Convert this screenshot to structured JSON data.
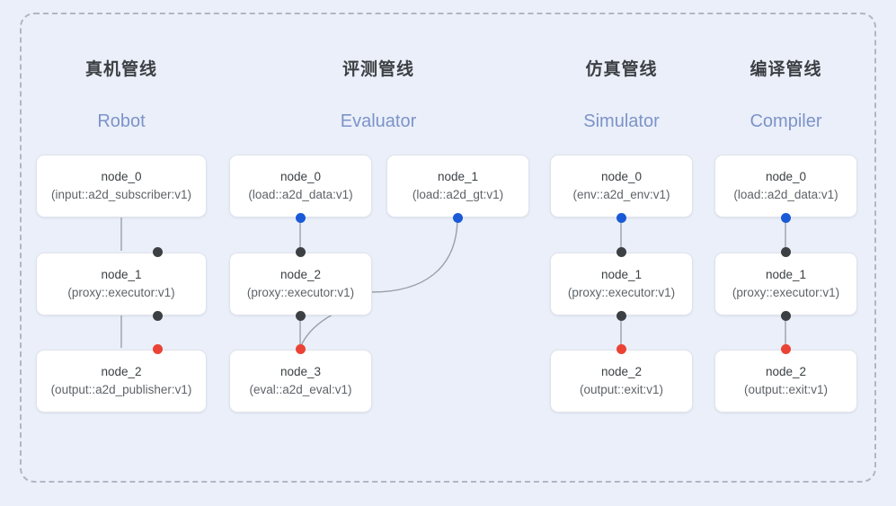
{
  "frame": {
    "name": "pipeline-diagram-frame"
  },
  "palette": {
    "background": "#eaeffa",
    "card_bg": "#ffffff",
    "card_border": "#dfe3ec",
    "frame_border": "#b0b6c4",
    "title_cn": "#3c4043",
    "title_en": "#7d93c8",
    "port_blue": "#1a5ad7",
    "port_black": "#3c4043",
    "port_red": "#ea4335",
    "edge": "#9aa0a6"
  },
  "columns": [
    {
      "id": "robot",
      "title_cn": "真机管线",
      "title_en": "Robot",
      "nodes": [
        {
          "id": "robot-node-0",
          "name": "node_0",
          "spec": "(input::a2d_subscriber:v1)"
        },
        {
          "id": "robot-node-1",
          "name": "node_1",
          "spec": "(proxy::executor:v1)"
        },
        {
          "id": "robot-node-2",
          "name": "node_2",
          "spec": "(output::a2d_publisher:v1)"
        }
      ]
    },
    {
      "id": "evaluator",
      "title_cn": "评测管线",
      "title_en": "Evaluator",
      "nodes": [
        {
          "id": "eval-node-0",
          "name": "node_0",
          "spec": "(load::a2d_data:v1)"
        },
        {
          "id": "eval-node-1",
          "name": "node_1",
          "spec": "(load::a2d_gt:v1)"
        },
        {
          "id": "eval-node-2",
          "name": "node_2",
          "spec": "(proxy::executor:v1)"
        },
        {
          "id": "eval-node-3",
          "name": "node_3",
          "spec": "(eval::a2d_eval:v1)"
        }
      ]
    },
    {
      "id": "simulator",
      "title_cn": "仿真管线",
      "title_en": "Simulator",
      "nodes": [
        {
          "id": "sim-node-0",
          "name": "node_0",
          "spec": "(env::a2d_env:v1)"
        },
        {
          "id": "sim-node-1",
          "name": "node_1",
          "spec": "(proxy::executor:v1)"
        },
        {
          "id": "sim-node-2",
          "name": "node_2",
          "spec": "(output::exit:v1)"
        }
      ]
    },
    {
      "id": "compiler",
      "title_cn": "编译管线",
      "title_en": "Compiler",
      "nodes": [
        {
          "id": "comp-node-0",
          "name": "node_0",
          "spec": "(load::a2d_data:v1)"
        },
        {
          "id": "comp-node-1",
          "name": "node_1",
          "spec": "(proxy::executor:v1)"
        },
        {
          "id": "comp-node-2",
          "name": "node_2",
          "spec": "(output::exit:v1)"
        }
      ]
    }
  ]
}
